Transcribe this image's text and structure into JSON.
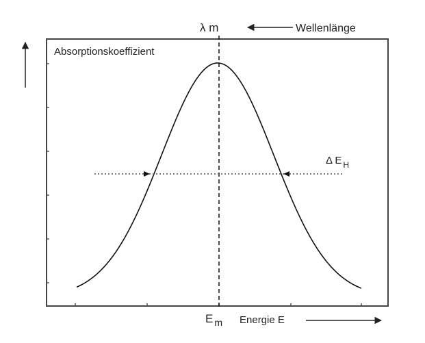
{
  "labels": {
    "lambda_m": "λ m",
    "wavelength": "Wellenlänge",
    "absorption_coefficient": "Absorptionskoeffizient",
    "delta_e_h_main": "Δ E",
    "delta_e_h_sub": "H",
    "e_m_main": "E",
    "e_m_sub": "m",
    "energy": "Energie E"
  },
  "colors": {
    "line": "#111111",
    "frame": "#444444",
    "dotted": "#777777"
  }
}
